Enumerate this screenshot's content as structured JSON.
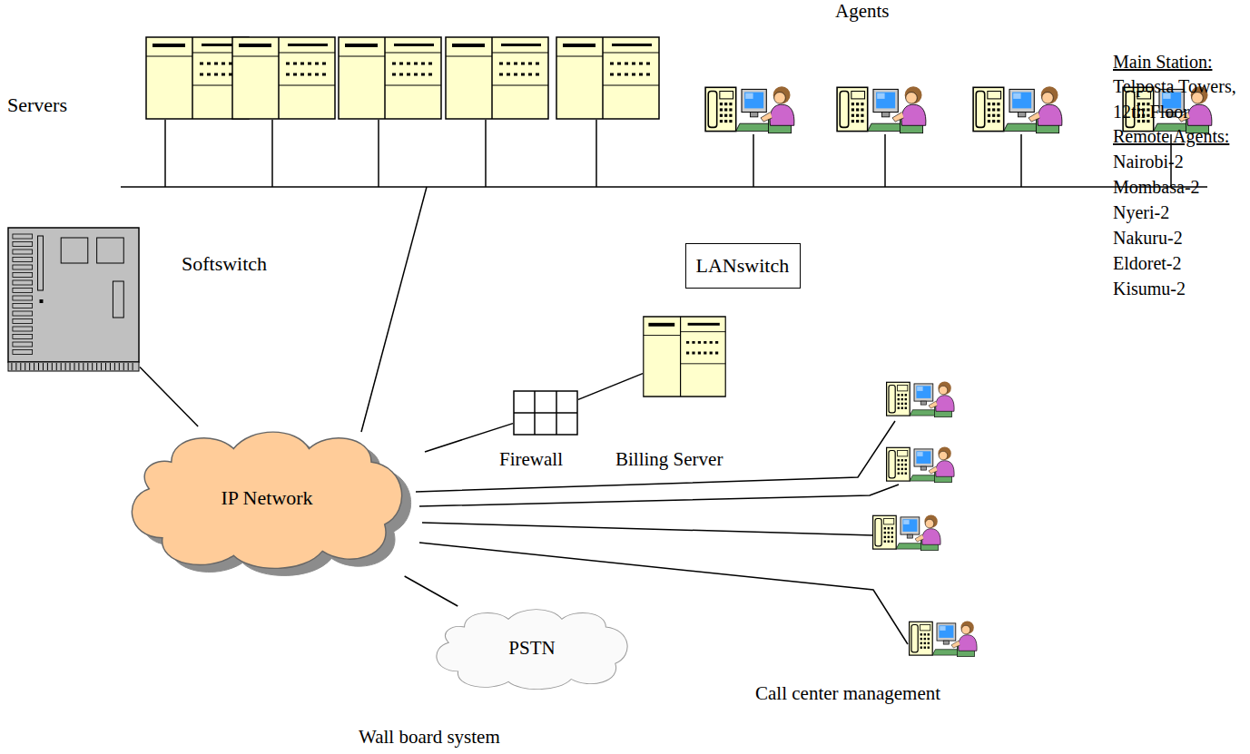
{
  "diagram": {
    "nodes": [
      {
        "text": [
          "Softswitch"
        ]
      },
      {
        "text": [
          "LANswitch"
        ]
      },
      {
        "text": [
          "Firewall"
        ]
      },
      {
        "text": [
          "Billing Server"
        ]
      },
      {
        "text": [
          "IP Network"
        ]
      },
      {
        "text": [
          "PSTN"
        ]
      }
    ],
    "edges": [
      {
        "from": 4,
        "to": 0,
        "arrow": "none"
      },
      {
        "from": 4,
        "to": 2,
        "arrow": "none"
      },
      {
        "from": 2,
        "to": 3,
        "arrow": "none"
      },
      {
        "from": 4,
        "to": 5,
        "arrow": "none"
      }
    ],
    "labels": [
      "Servers",
      "Agents",
      "Main Station:",
      "Telposta Towers,",
      "12th Floor",
      "Remote Agents:",
      "Nairobi-2",
      "Mombasa-2",
      "Nyeri-2",
      "Nakuru-2",
      "Eldoret-2",
      "Kisumu-2",
      "Call center management",
      "Wall board system"
    ]
  }
}
